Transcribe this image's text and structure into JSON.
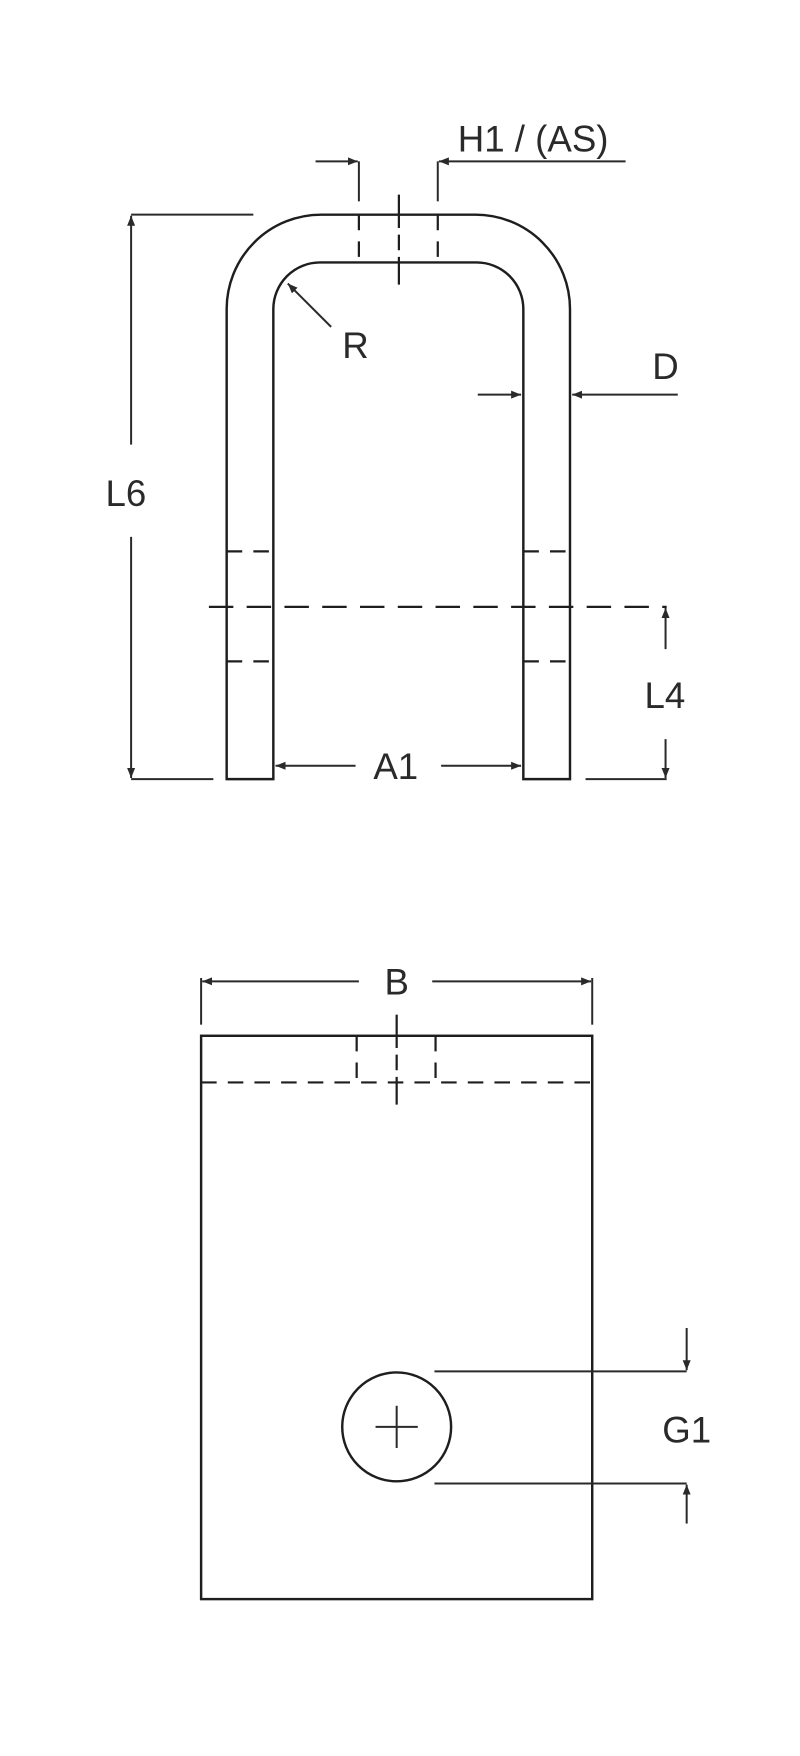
{
  "labels": {
    "h1_as": "H1 / (AS)",
    "r": "R",
    "d": "D",
    "l6": "L6",
    "l4": "L4",
    "a1": "A1",
    "b": "B",
    "g1": "G1"
  },
  "colors": {
    "line": "#1e1e1e",
    "background": "#ffffff"
  }
}
